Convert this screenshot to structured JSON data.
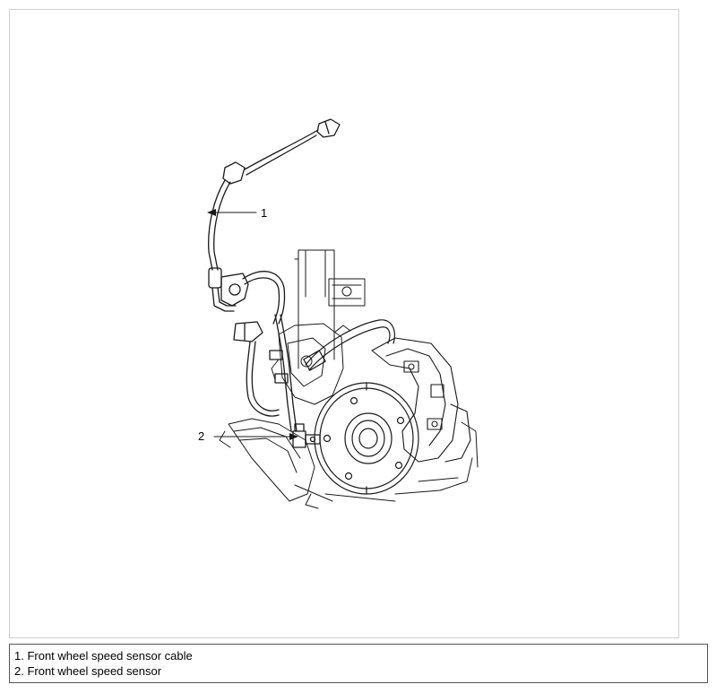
{
  "callouts": [
    {
      "number": "1"
    },
    {
      "number": "2"
    }
  ],
  "legend": {
    "items": [
      {
        "text": "1. Front wheel speed sensor cable"
      },
      {
        "text": "2. Front wheel speed sensor"
      }
    ]
  },
  "colors": {
    "line": "#1a1a1a",
    "frame_border": "#cfcfcf",
    "legend_border": "#555555"
  }
}
